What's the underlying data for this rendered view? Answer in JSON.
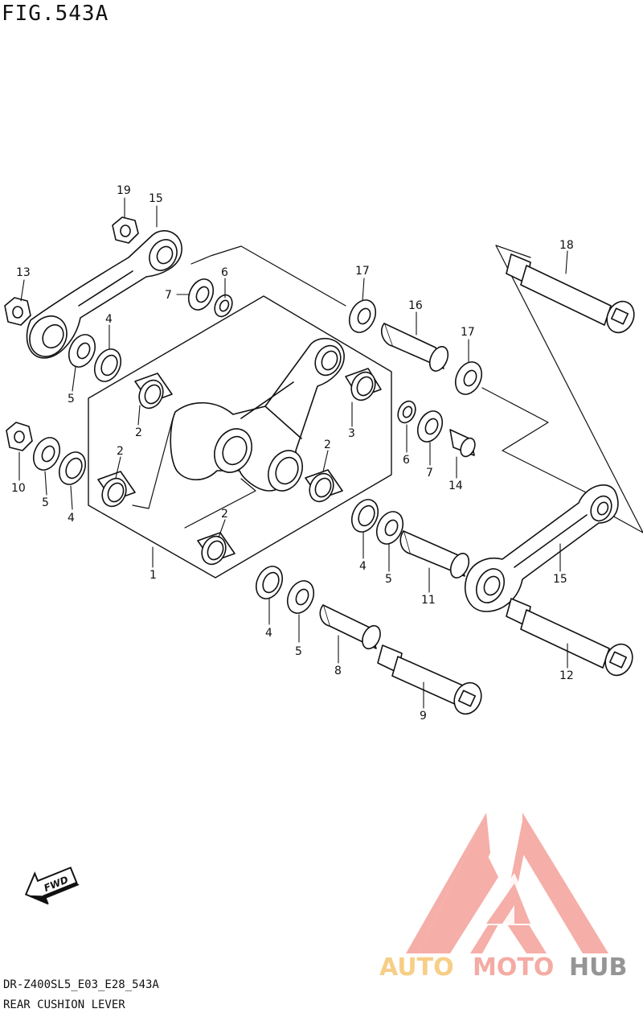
{
  "figure": {
    "title": "FIG.543A",
    "model_code": "DR-Z400SL5_E03_E28_543A",
    "section_name": "REAR CUSHION LEVER"
  },
  "direction_marker": {
    "label": "FWD",
    "icon": "forward-arrow-icon"
  },
  "watermark": {
    "brand": "AUTOMOTOHUB",
    "parts": [
      "AUTO",
      "MOTO",
      "HUB"
    ],
    "colors": {
      "auto": "#f7c97a",
      "moto": "#f3a39b",
      "hub": "#8a8a8a",
      "logo": "#f4a19a"
    }
  },
  "callouts": [
    {
      "id": "c19",
      "label": "19"
    },
    {
      "id": "c15a",
      "label": "15"
    },
    {
      "id": "c13",
      "label": "13"
    },
    {
      "id": "c7a",
      "label": "7"
    },
    {
      "id": "c6a",
      "label": "6"
    },
    {
      "id": "c4a",
      "label": "4"
    },
    {
      "id": "c5a",
      "label": "5"
    },
    {
      "id": "c2a",
      "label": "2"
    },
    {
      "id": "c2b",
      "label": "2"
    },
    {
      "id": "c2c",
      "label": "2"
    },
    {
      "id": "c2d",
      "label": "2"
    },
    {
      "id": "c3",
      "label": "3"
    },
    {
      "id": "c10",
      "label": "10"
    },
    {
      "id": "c5b",
      "label": "5"
    },
    {
      "id": "c4b",
      "label": "4"
    },
    {
      "id": "c1",
      "label": "1"
    },
    {
      "id": "c17a",
      "label": "17"
    },
    {
      "id": "c16",
      "label": "16"
    },
    {
      "id": "c17b",
      "label": "17"
    },
    {
      "id": "c18",
      "label": "18"
    },
    {
      "id": "c6b",
      "label": "6"
    },
    {
      "id": "c7b",
      "label": "7"
    },
    {
      "id": "c14",
      "label": "14"
    },
    {
      "id": "c4c",
      "label": "4"
    },
    {
      "id": "c5c",
      "label": "5"
    },
    {
      "id": "c11",
      "label": "11"
    },
    {
      "id": "c15b",
      "label": "15"
    },
    {
      "id": "c4d",
      "label": "4"
    },
    {
      "id": "c5d",
      "label": "5"
    },
    {
      "id": "c8",
      "label": "8"
    },
    {
      "id": "c9",
      "label": "9"
    },
    {
      "id": "c12",
      "label": "12"
    }
  ]
}
